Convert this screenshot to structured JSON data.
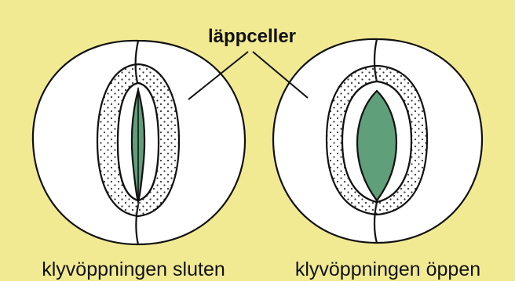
{
  "labels": {
    "top": "läppceller",
    "left_caption": "klyvöppningen sluten",
    "right_caption": "klyvöppningen öppen"
  },
  "colors": {
    "background": "#f1ea93",
    "cell_fill": "#ffffff",
    "outline": "#111111",
    "pore_fill": "#5f9f7a",
    "stipple_dot": "#333333",
    "bottom_margin": "#ffffff"
  }
}
